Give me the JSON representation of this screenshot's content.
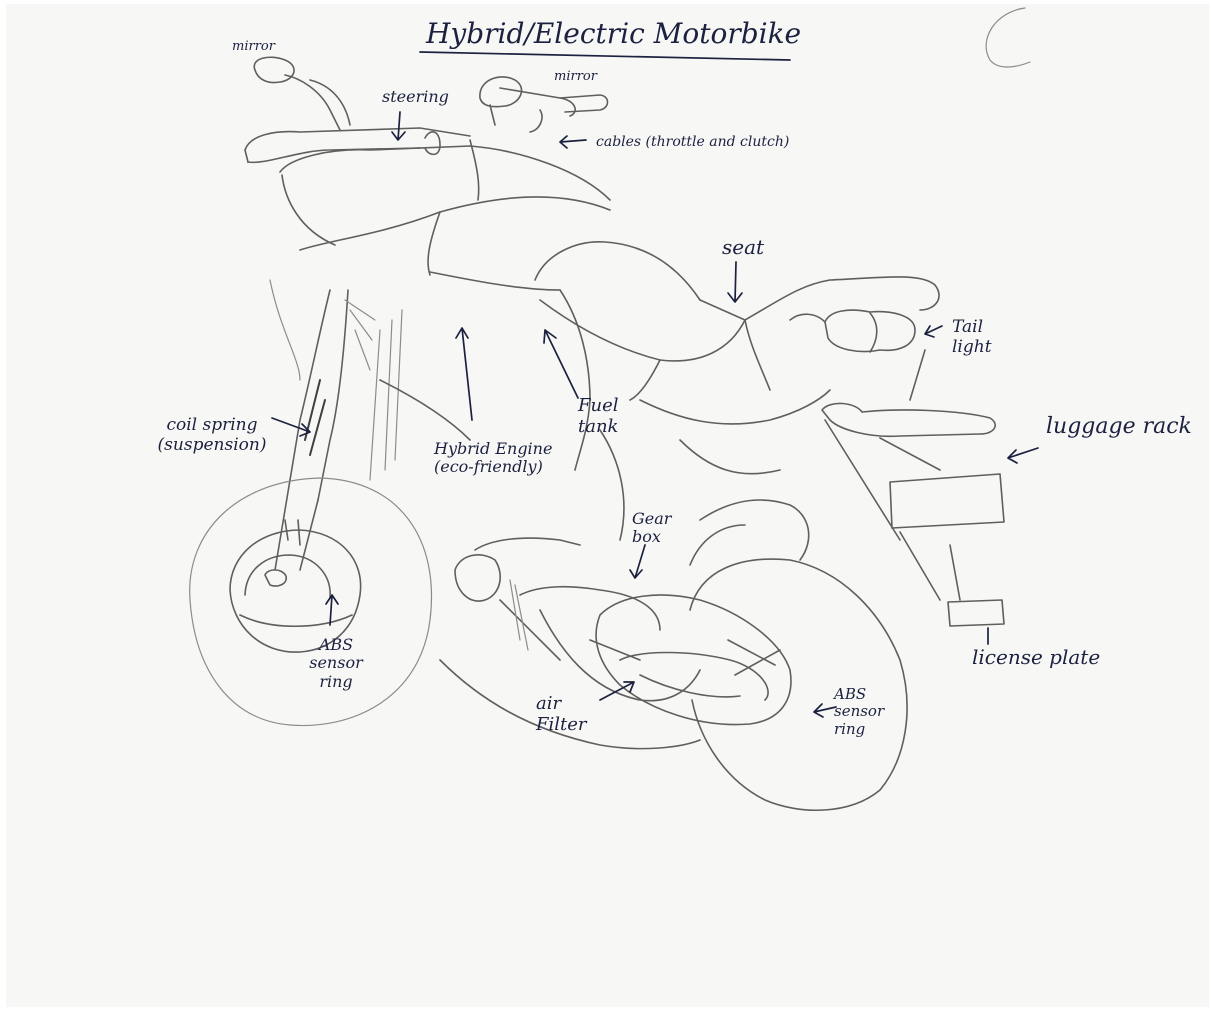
{
  "title": "Hybrid/Electric Motorbike",
  "labels": {
    "mirror_left": "mirror",
    "mirror_right": "mirror",
    "steering": "steering",
    "cables": "cables (throttle and clutch)",
    "seat": "seat",
    "tail_light": "Tail light",
    "luggage_rack": "luggage rack",
    "license_plate": "license plate",
    "coil_spring": "coil spring (suspension)",
    "hybrid_engine": "Hybrid Engine (eco-friendly)",
    "fuel_tank": "Fuel tank",
    "gear_box": "Gear box",
    "abs_front": "ABS sensor ring",
    "abs_rear": "ABS sensor ring",
    "air_filter": "air Filter"
  },
  "colors": {
    "ink": "#1c2140",
    "pencil": "#5f5f5f",
    "paper": "#f7f7f5"
  }
}
